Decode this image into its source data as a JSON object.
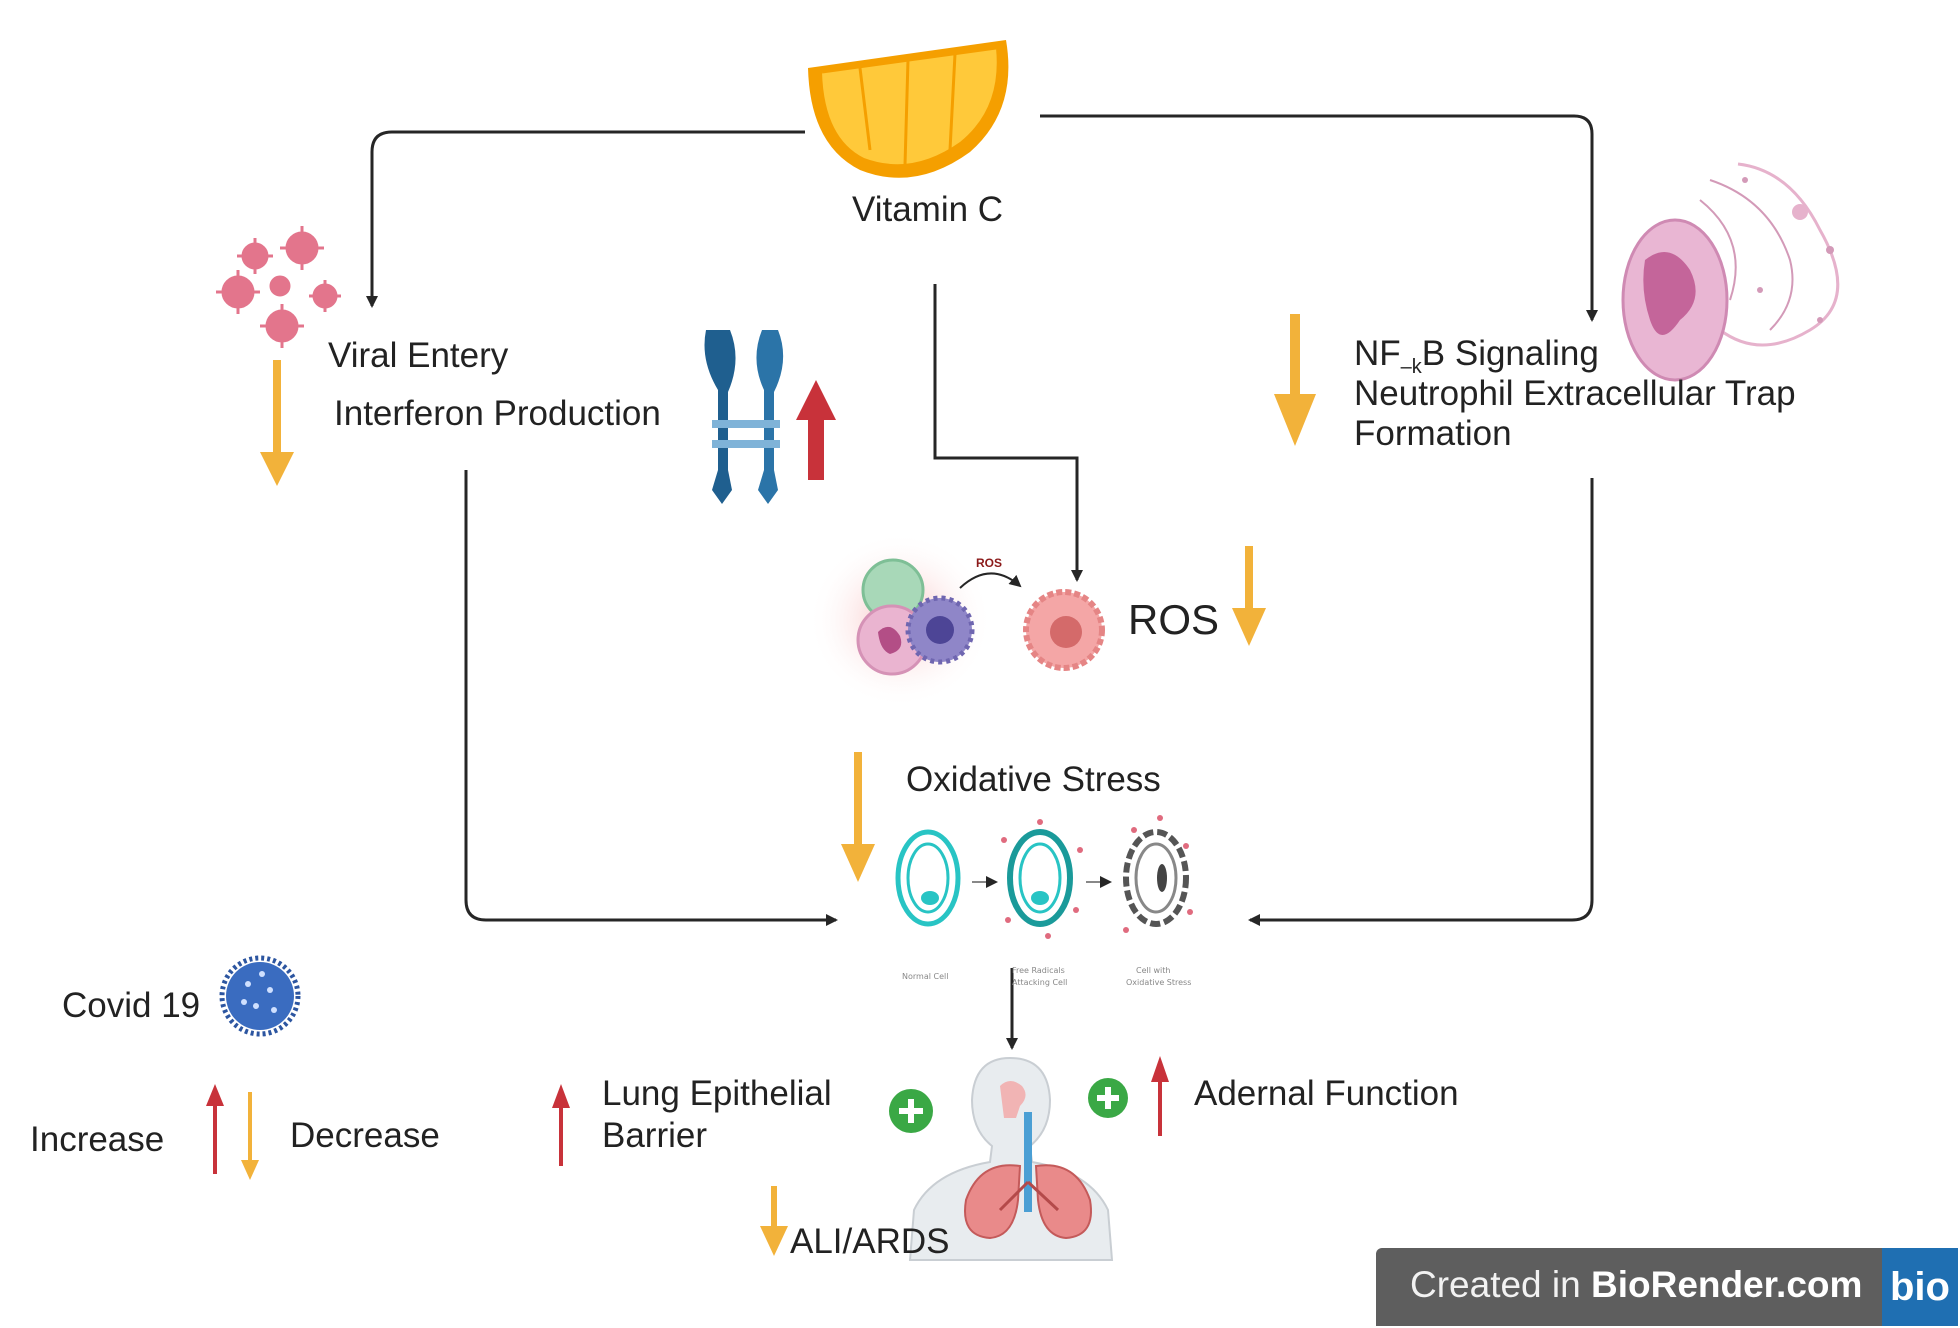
{
  "labels": {
    "vitamin_c": "Vitamin C",
    "viral_entry": "Viral Entery",
    "interferon": "Interferon Production",
    "nfkb_pre": "NF",
    "nfkb_sub": "–k",
    "nfkb_post": "B Signaling",
    "net_line1": "Neutrophil Extracellular Trap",
    "net_line2": "Formation",
    "ros": "ROS",
    "ros_small": "ROS",
    "oxidative": "Oxidative Stress",
    "covid": "Covid 19",
    "increase": "Increase",
    "decrease": "Decrease",
    "lung_line1": "Lung Epithelial",
    "lung_line2": "Barrier",
    "adrenal": "Adernal Function",
    "ali": "ALI/ARDS",
    "cell_normal": "Normal Cell",
    "cell_free_radical_line1": "Free Radicals",
    "cell_free_radical_line2": "Attacking Cell",
    "cell_oxidative_line1": "Cell with",
    "cell_oxidative_line2": "Oxidative Stress"
  },
  "badge": {
    "prefix": "Created in ",
    "brand": "BioRender.com",
    "logo": "bio"
  },
  "colors": {
    "increase_arrow": "#c8323a",
    "decrease_arrow": "#f2b23a",
    "connector": "#262626",
    "plus": "#3aa845",
    "orange": "#ffb300"
  },
  "icons": [
    "orange-slice-icon",
    "virus-cluster-icon",
    "receptor-icon",
    "neutrophil-trap-icon",
    "immune-cells-icon",
    "cell-stress-icon",
    "covid-virus-icon",
    "lungs-body-icon",
    "plus-icon"
  ]
}
